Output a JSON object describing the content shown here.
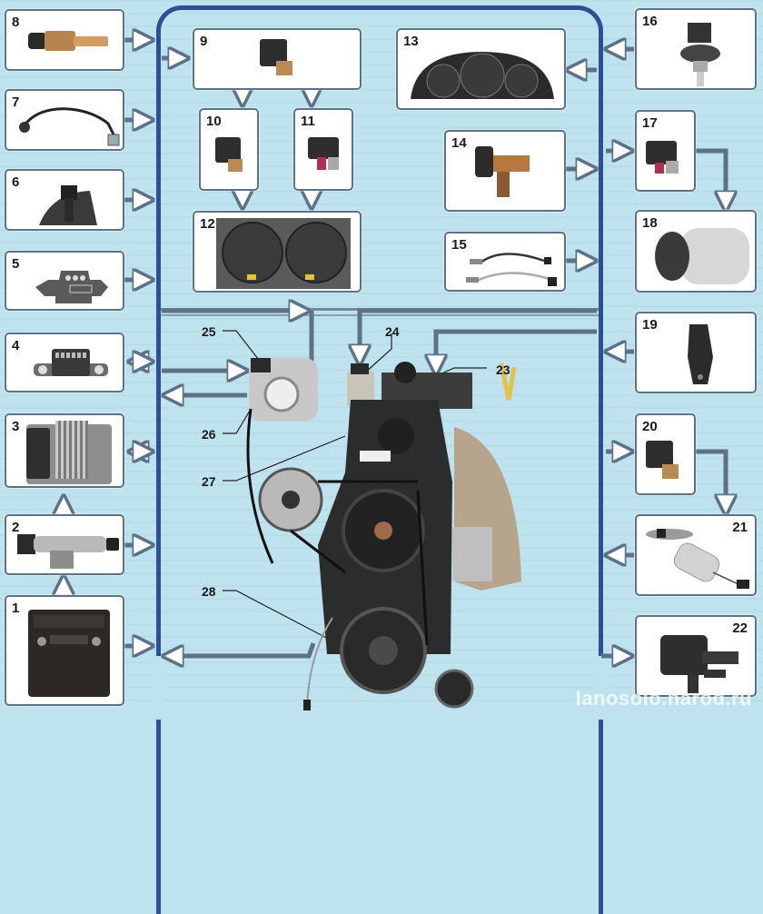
{
  "diagram": {
    "title": "",
    "watermark": "lanosolo.narod.ru",
    "colors": {
      "background": "#bfe3ee",
      "bus": "#2c4f96",
      "box_border": "#5d7286",
      "arrow": "#5d7286"
    },
    "components": [
      {
        "id": "1",
        "label": "1",
        "depicts": "battery"
      },
      {
        "id": "2",
        "label": "2",
        "depicts": "ignition-switch-with-key"
      },
      {
        "id": "3",
        "label": "3",
        "depicts": "engine-control-unit"
      },
      {
        "id": "4",
        "label": "4",
        "depicts": "diagnostic-connector"
      },
      {
        "id": "5",
        "label": "5",
        "depicts": "ignition-module"
      },
      {
        "id": "6",
        "label": "6",
        "depicts": "sensor-connector"
      },
      {
        "id": "7",
        "label": "7",
        "depicts": "knock-sensor"
      },
      {
        "id": "8",
        "label": "8",
        "depicts": "coolant-temperature-sensor"
      },
      {
        "id": "9",
        "label": "9",
        "depicts": "main-relay"
      },
      {
        "id": "10",
        "label": "10",
        "depicts": "fan-relay"
      },
      {
        "id": "11",
        "label": "11",
        "depicts": "fan-relay"
      },
      {
        "id": "12",
        "label": "12",
        "depicts": "radiator-cooling-fans"
      },
      {
        "id": "13",
        "label": "13",
        "depicts": "instrument-cluster"
      },
      {
        "id": "14",
        "label": "14",
        "depicts": "vehicle-speed-sensor"
      },
      {
        "id": "15",
        "label": "15",
        "depicts": "oxygen-sensors"
      },
      {
        "id": "16",
        "label": "16",
        "depicts": "pressure-switch"
      },
      {
        "id": "17",
        "label": "17",
        "depicts": "ac-compressor-relay"
      },
      {
        "id": "18",
        "label": "18",
        "depicts": "ac-compressor"
      },
      {
        "id": "19",
        "label": "19",
        "depicts": "speed-sensor"
      },
      {
        "id": "20",
        "label": "20",
        "depicts": "fuel-pump-relay"
      },
      {
        "id": "21",
        "label": "21",
        "depicts": "fuel-pump-module"
      },
      {
        "id": "22",
        "label": "22",
        "depicts": "canister-purge-valve"
      },
      {
        "id": "23",
        "label": "23",
        "depicts": "injectors"
      },
      {
        "id": "24",
        "label": "24",
        "depicts": "egr-valve"
      },
      {
        "id": "25",
        "label": "25",
        "depicts": "idle-air-control"
      },
      {
        "id": "26",
        "label": "26",
        "depicts": "throttle-position-sensor"
      },
      {
        "id": "27",
        "label": "27",
        "depicts": "map-sensor"
      },
      {
        "id": "28",
        "label": "28",
        "depicts": "crankshaft-position-sensor"
      }
    ],
    "callouts": [
      "25",
      "24",
      "23",
      "26",
      "27",
      "28"
    ],
    "connections": [
      {
        "from": "8",
        "to": "bus",
        "type": "arrow"
      },
      {
        "from": "7",
        "to": "bus",
        "type": "arrow"
      },
      {
        "from": "6",
        "to": "bus",
        "type": "arrow"
      },
      {
        "from": "5",
        "to": "bus",
        "type": "arrow"
      },
      {
        "from": "4",
        "to": "bus",
        "type": "bidirectional"
      },
      {
        "from": "3",
        "to": "bus",
        "type": "bidirectional"
      },
      {
        "from": "2",
        "to": "bus",
        "type": "arrow"
      },
      {
        "from": "1",
        "to": "bus",
        "type": "arrow"
      },
      {
        "from": "1",
        "to": "2",
        "type": "arrow"
      },
      {
        "from": "2",
        "to": "3",
        "type": "arrow"
      },
      {
        "from": "bus",
        "to": "9",
        "type": "arrow"
      },
      {
        "from": "9",
        "to": "10",
        "type": "arrow"
      },
      {
        "from": "9",
        "to": "11",
        "type": "arrow"
      },
      {
        "from": "10",
        "to": "12",
        "type": "arrow"
      },
      {
        "from": "11",
        "to": "12",
        "type": "arrow"
      },
      {
        "from": "bus",
        "to": "13",
        "type": "arrow"
      },
      {
        "from": "14",
        "to": "bus",
        "type": "arrow"
      },
      {
        "from": "15",
        "to": "bus",
        "type": "arrow"
      },
      {
        "from": "16",
        "to": "bus",
        "type": "arrow"
      },
      {
        "from": "bus",
        "to": "17",
        "type": "arrow"
      },
      {
        "from": "17",
        "to": "18",
        "type": "arrow"
      },
      {
        "from": "19",
        "to": "bus",
        "type": "arrow"
      },
      {
        "from": "bus",
        "to": "20",
        "type": "arrow"
      },
      {
        "from": "20",
        "to": "21",
        "type": "arrow"
      },
      {
        "from": "21",
        "to": "bus",
        "type": "arrow"
      },
      {
        "from": "bus",
        "to": "22",
        "type": "arrow"
      },
      {
        "from": "bus",
        "to": "23",
        "type": "arrow"
      },
      {
        "from": "bus",
        "to": "24",
        "type": "arrow"
      },
      {
        "from": "bus",
        "to": "25",
        "type": "arrow"
      },
      {
        "from": "26",
        "to": "bus",
        "type": "arrow"
      },
      {
        "from": "bus",
        "to": "27",
        "type": "arrow"
      },
      {
        "from": "28",
        "to": "bus",
        "type": "arrow"
      }
    ]
  }
}
